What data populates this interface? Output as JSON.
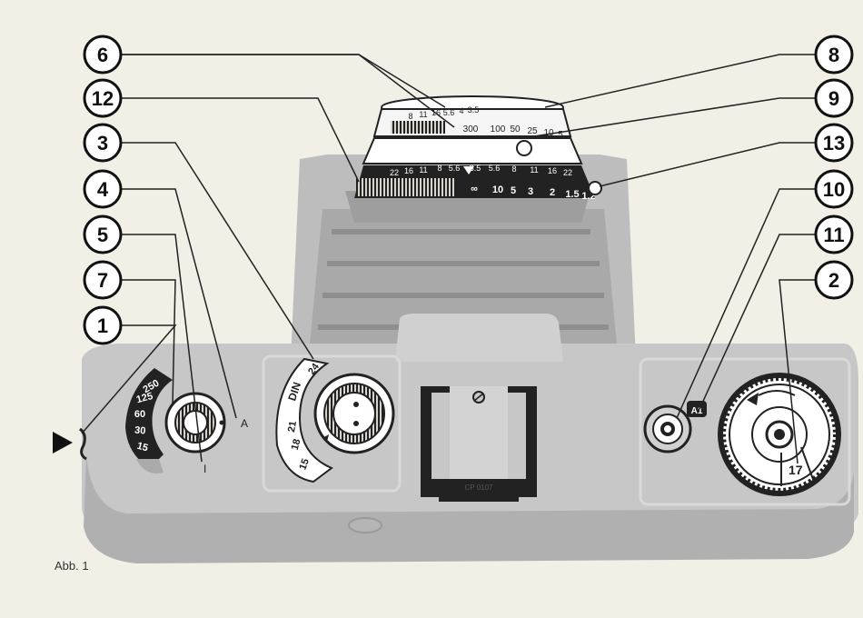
{
  "caption": "Abb. 1",
  "callouts": [
    {
      "num": "6"
    },
    {
      "num": "12"
    },
    {
      "num": "3"
    },
    {
      "num": "4"
    },
    {
      "num": "5"
    },
    {
      "num": "7"
    },
    {
      "num": "1"
    },
    {
      "num": "8"
    },
    {
      "num": "9"
    },
    {
      "num": "13"
    },
    {
      "num": "10"
    },
    {
      "num": "11"
    },
    {
      "num": "2"
    }
  ],
  "lens": {
    "shutter_scale": [
      "300",
      "100",
      "50",
      "25",
      "10",
      "5"
    ],
    "aperture_top": [
      "8",
      "11",
      "16",
      "5.6",
      "4",
      "3.5"
    ],
    "aperture_scale": [
      "22",
      "16",
      "11",
      "8",
      "5.6",
      "3.5",
      "5.6",
      "8",
      "11",
      "16",
      "22"
    ],
    "distance_scale": [
      "∞",
      "10",
      "5",
      "3",
      "2",
      "1.5",
      "1.2"
    ]
  },
  "shutter_dial": [
    "250",
    "125",
    "60",
    "30",
    "15"
  ],
  "dial_letters": {
    "a": "A",
    "i": "I"
  },
  "film_dial": {
    "din_label": "DIN",
    "values": [
      "15",
      "18",
      "21",
      "24"
    ]
  },
  "accessory_shoe_text": "CP 0107",
  "a1_label": "A1",
  "counter_number": "17"
}
